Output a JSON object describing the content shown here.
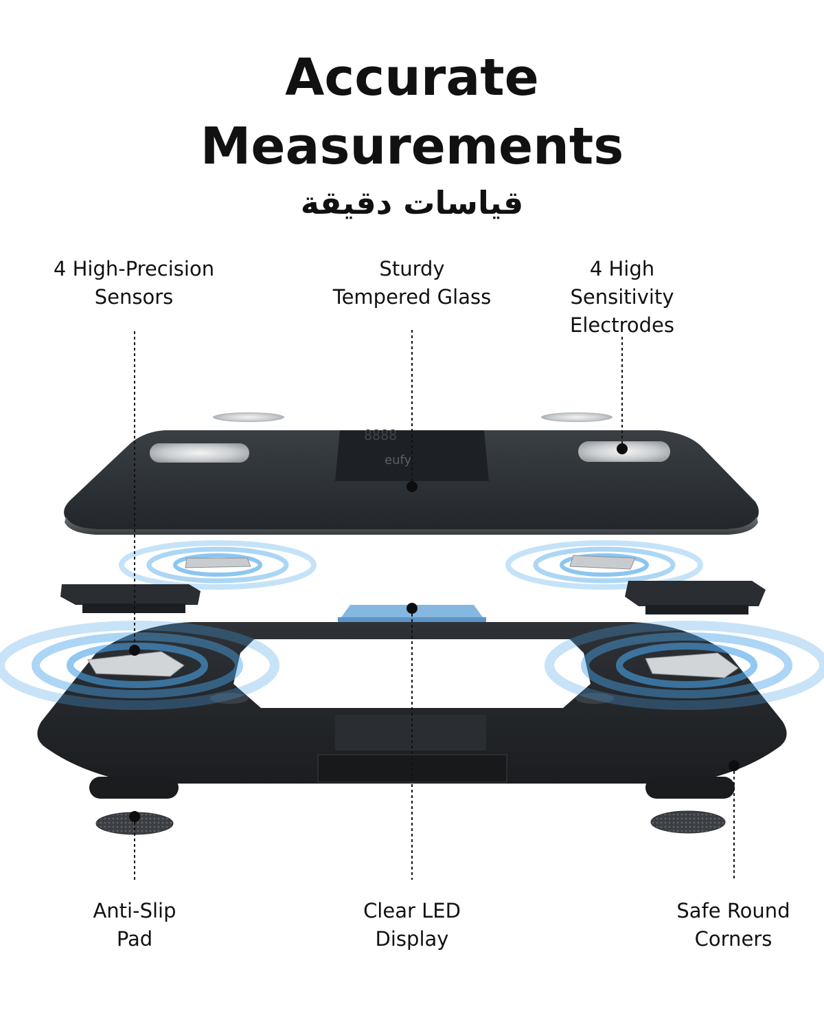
{
  "header": {
    "title_line1": "Accurate",
    "title_line2": "Measurements",
    "title_arabic": "قياسات دقيقة"
  },
  "device": {
    "brand_text": "eufy",
    "display_digits": "8888"
  },
  "callouts": {
    "sensors": {
      "line1": "4 High-Precision",
      "line2": "Sensors"
    },
    "glass": {
      "line1": "Sturdy",
      "line2": "Tempered Glass"
    },
    "electrodes": {
      "line1": "4 High",
      "line2": "Sensitivity",
      "line3": "Electrodes"
    },
    "pad": {
      "line1": "Anti-Slip",
      "line2": "Pad"
    },
    "led": {
      "line1": "Clear LED",
      "line2": "Display"
    },
    "corners": {
      "line1": "Safe Round",
      "line2": "Corners"
    }
  },
  "colors": {
    "scale_top": "#2b3035",
    "frame": "#26292c",
    "sensor_wave": "#4aa3e8",
    "electrode": "#d6d8da",
    "led_module": "#7fb2df"
  }
}
